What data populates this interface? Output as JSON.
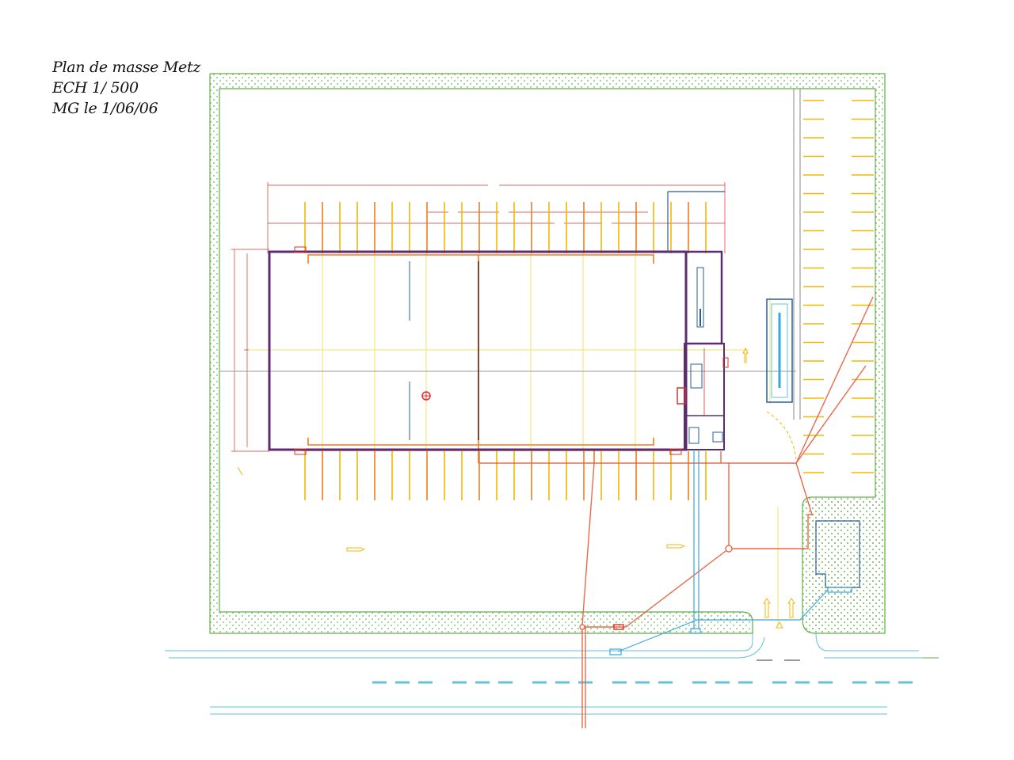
{
  "title_block": {
    "line1": "Plan de masse Metz",
    "line2": "ECH 1/ 500",
    "line3": "MG le 1/06/06"
  },
  "colors": {
    "green_border": "#5fb14a",
    "building_wall": "#5b2d6e",
    "parking_yellow": "#f2b705",
    "gutter_orange": "#ee7c1e",
    "network_red": "#e05a3a",
    "network_blue": "#3aa7d8",
    "dimension_red": "#d23a2a",
    "road_cyan": "#62c3d8"
  }
}
